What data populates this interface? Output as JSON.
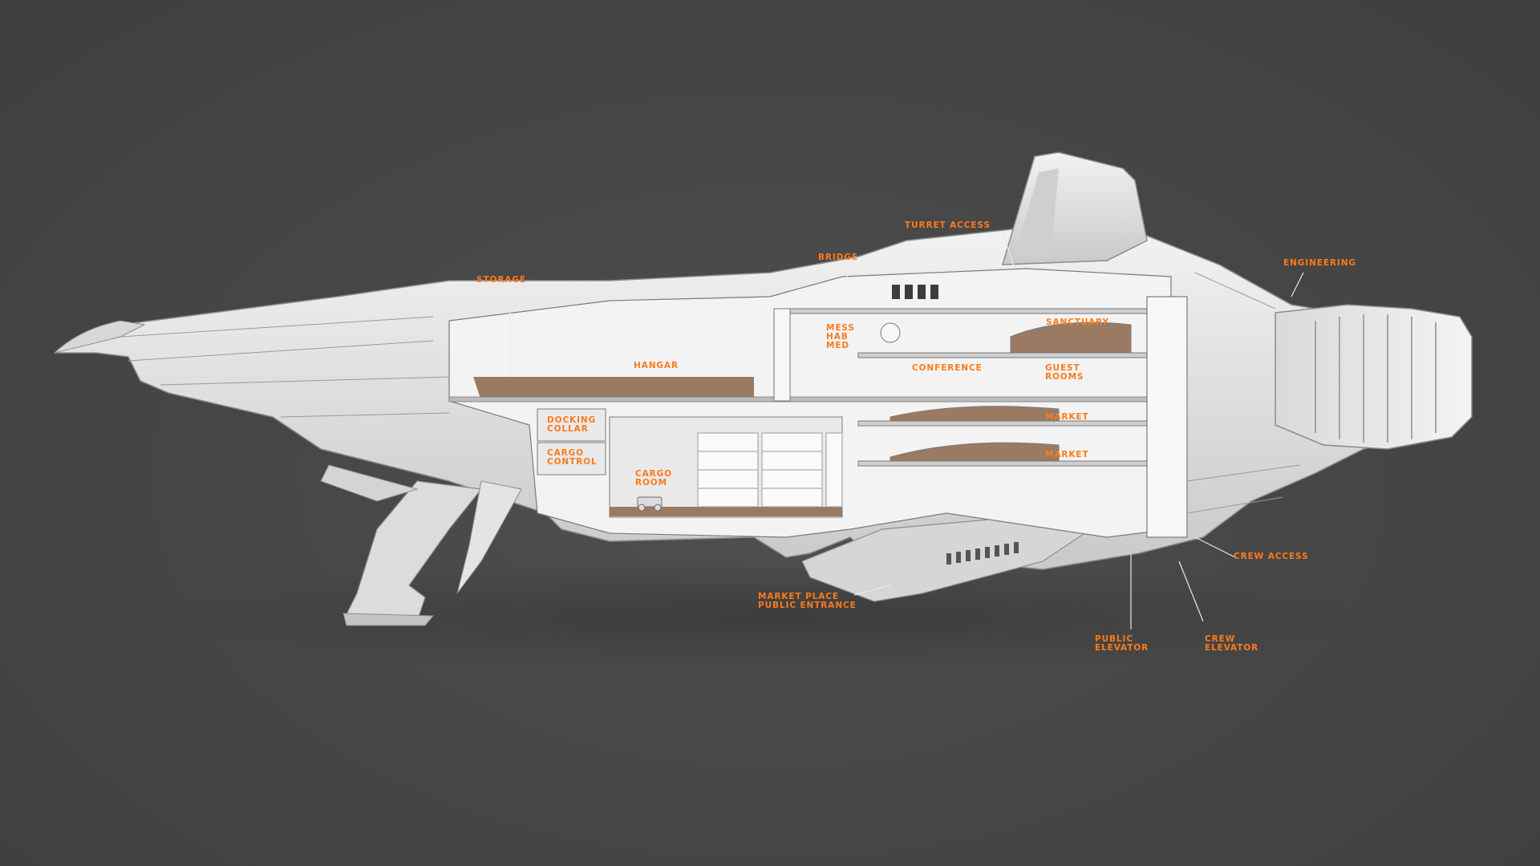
{
  "colors": {
    "background": "#474747",
    "hull": "#e6e6e6",
    "hull_shadow": "#bdbdbd",
    "interior_floor": "#9a7a62",
    "label": "#ff7a1a",
    "leader_line": "#e9e9e9"
  },
  "labels": {
    "storage": "STORAGE",
    "bridge": "BRIDGE",
    "turret_access": "TURRET ACCESS",
    "engineering": "ENGINEERING",
    "mess": "MESS",
    "hab": "HAB",
    "med": "MED",
    "sanctuary": "SANCTUARY",
    "hangar": "HANGAR",
    "conference": "CONFERENCE",
    "guest_rooms_1": "GUEST",
    "guest_rooms_2": "ROOMS",
    "docking_collar_1": "DOCKING",
    "docking_collar_2": "COLLAR",
    "market_upper": "MARKET",
    "cargo_control_1": "CARGO",
    "cargo_control_2": "CONTROL",
    "market_lower": "MARKET",
    "cargo_room_1": "CARGO",
    "cargo_room_2": "ROOM",
    "crew_access": "CREW ACCESS",
    "market_place_1": "MARKET PLACE",
    "market_place_2": "PUBLIC ENTRANCE",
    "public_elevator_1": "PUBLIC",
    "public_elevator_2": "ELEVATOR",
    "crew_elevator_1": "CREW",
    "crew_elevator_2": "ELEVATOR"
  }
}
